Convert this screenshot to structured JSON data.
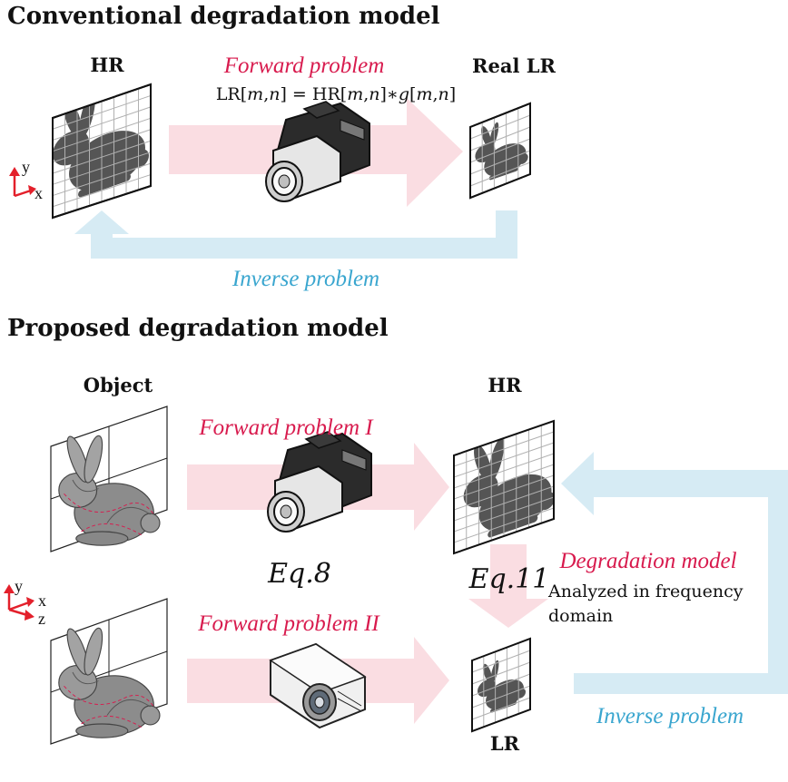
{
  "colors": {
    "forward_text": "#d81b4e",
    "inverse_text": "#3aa6cf",
    "forward_arrow": "#fadde2",
    "inverse_arrow": "#d6ebf4",
    "image_fill": "#555555"
  },
  "top": {
    "heading": "Conventional degradation model",
    "hr_label": "HR",
    "real_lr_label": "Real LR",
    "forward_label": "Forward problem",
    "equation_parts": [
      "LR[",
      "m",
      ",",
      "n",
      "] = HR[",
      "m",
      ",",
      "n",
      "]∗",
      "g",
      "[",
      "m",
      ",",
      "n",
      "]"
    ],
    "inverse_label": "Inverse problem",
    "axis_y": "y",
    "axis_x": "x",
    "camera_icon": "dslr-camera-icon"
  },
  "bottom": {
    "heading": "Proposed degradation model",
    "object_label": "Object",
    "hr_label": "HR",
    "lr_label": "LR",
    "forward_label_1": "Forward problem I",
    "forward_label_2": "Forward problem II",
    "eq8": "Eq.8",
    "eq11": "Eq.11",
    "degradation_label": "Degradation model",
    "degradation_note_line1": "Analyzed in frequency",
    "degradation_note_line2": "domain",
    "inverse_label": "Inverse problem",
    "axis_y": "y",
    "axis_x": "x",
    "axis_z": "z",
    "camera_icon_1": "dslr-camera-icon",
    "camera_icon_2": "compact-camera-icon"
  }
}
